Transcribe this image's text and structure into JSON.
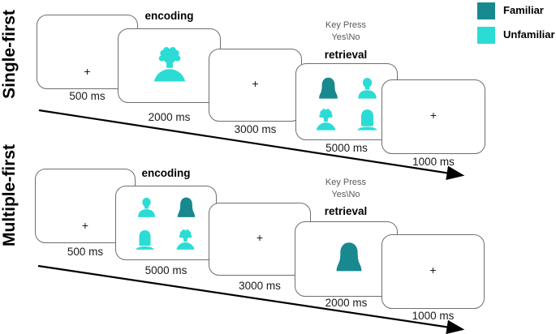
{
  "colors": {
    "familiar": "#17898F",
    "unfamiliar": "#2BDCD5",
    "card_border": "#6e6e6e",
    "muted_text": "#595959",
    "arrow": "#000000"
  },
  "legend": {
    "items": [
      {
        "label": "Familiar",
        "familiarity": "familiar"
      },
      {
        "label": "Unfamiliar",
        "familiarity": "unfamiliar"
      }
    ]
  },
  "fixation_cross": "+",
  "rows": [
    {
      "label": "Single-first",
      "phase_labels": {
        "encoding": "encoding",
        "retrieval": "retrieval"
      },
      "keypress": {
        "line1": "Key Press",
        "line2": "Yes\\No"
      },
      "screens": [
        {
          "type": "fixation",
          "duration": "500 ms"
        },
        {
          "type": "single-face",
          "duration": "2000 ms",
          "figure": {
            "shape": "female-curly",
            "familiarity": "unfamiliar"
          }
        },
        {
          "type": "fixation",
          "duration": "3000 ms"
        },
        {
          "type": "four-faces",
          "duration": "5000 ms",
          "figures": [
            {
              "shape": "female-long",
              "familiarity": "familiar"
            },
            {
              "shape": "male",
              "familiarity": "unfamiliar"
            },
            {
              "shape": "female-curly",
              "familiarity": "unfamiliar"
            },
            {
              "shape": "female-bob",
              "familiarity": "unfamiliar"
            }
          ]
        },
        {
          "type": "fixation",
          "duration": "1000 ms"
        }
      ]
    },
    {
      "label": "Multiple-first",
      "phase_labels": {
        "encoding": "encoding",
        "retrieval": "retrieval"
      },
      "keypress": {
        "line1": "Key Press",
        "line2": "Yes\\No"
      },
      "screens": [
        {
          "type": "fixation",
          "duration": "500 ms"
        },
        {
          "type": "four-faces",
          "duration": "5000 ms",
          "figures": [
            {
              "shape": "male",
              "familiarity": "unfamiliar"
            },
            {
              "shape": "female-long",
              "familiarity": "familiar"
            },
            {
              "shape": "female-bob",
              "familiarity": "unfamiliar"
            },
            {
              "shape": "female-curly",
              "familiarity": "unfamiliar"
            }
          ]
        },
        {
          "type": "fixation",
          "duration": "3000 ms"
        },
        {
          "type": "single-face",
          "duration": "2000 ms",
          "figure": {
            "shape": "female-long",
            "familiarity": "familiar"
          }
        },
        {
          "type": "fixation",
          "duration": "1000 ms"
        }
      ]
    }
  ]
}
